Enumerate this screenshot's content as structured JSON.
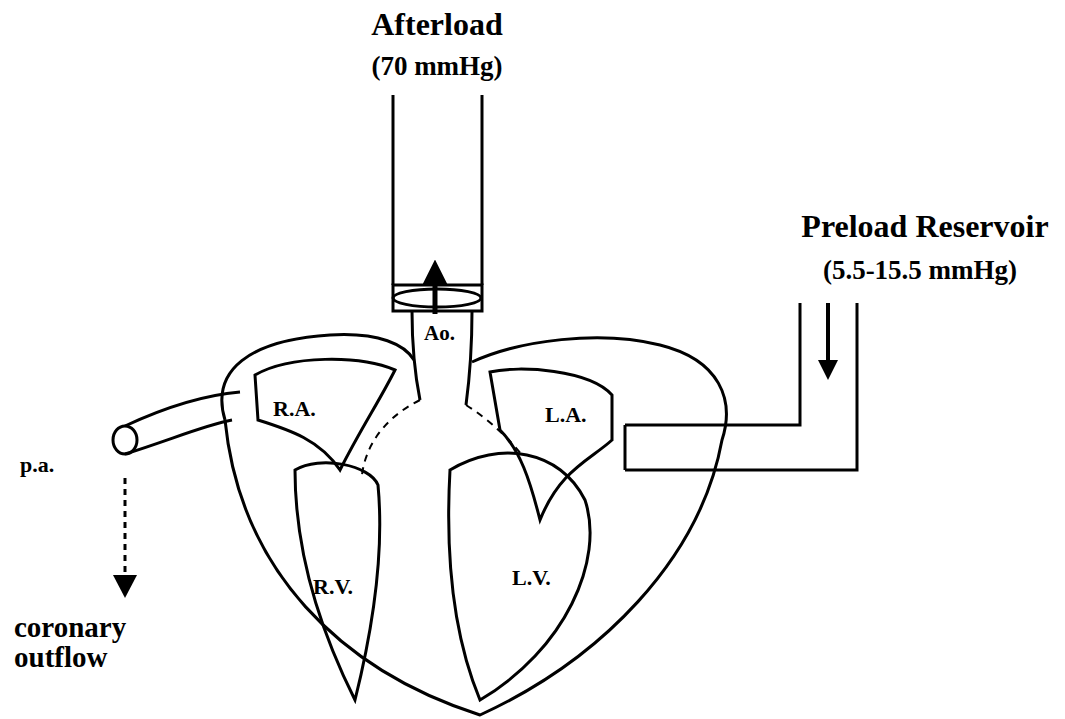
{
  "diagram": {
    "labels": [
      "Afterload",
      "(70 mmHg)",
      "Preload Reservoir",
      "(5.5-15.5 mmHg)",
      "Ao.",
      "R.A.",
      "L.A.",
      "R.V.",
      "L.V.",
      "p.a.",
      "coronary outflow"
    ]
  }
}
